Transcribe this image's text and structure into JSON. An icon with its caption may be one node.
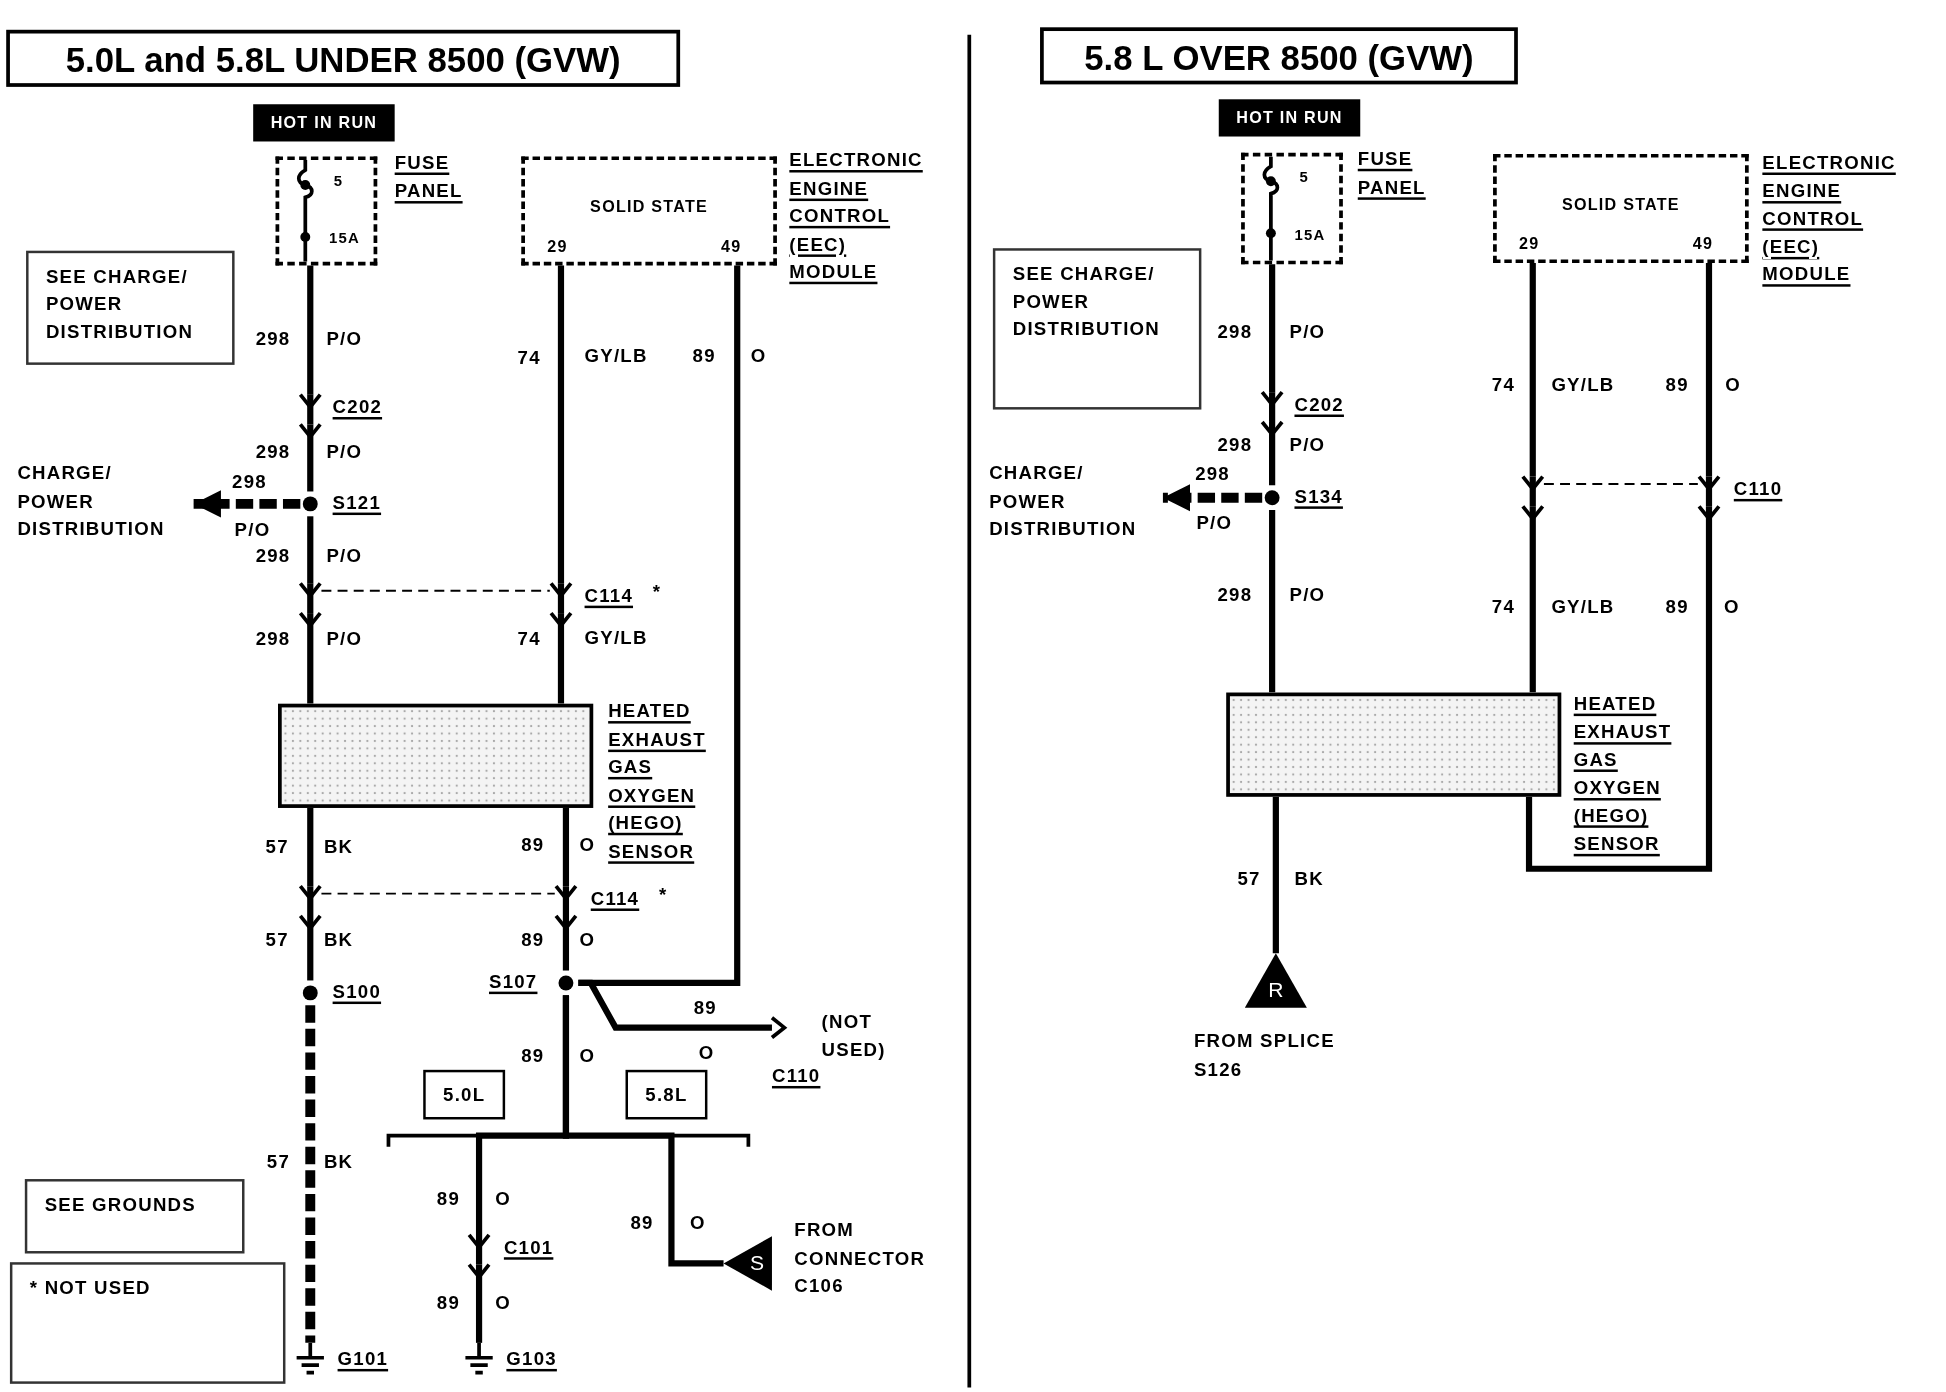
{
  "diagram": {
    "nodes": [
      {
        "text": [
          "5.0L and 5.8L UNDER 8500 (GVW)"
        ]
      },
      {
        "text": [
          "HOT IN RUN"
        ]
      },
      {
        "text": [
          "5",
          "15A"
        ],
        "beside": [
          "FUSE PANEL"
        ]
      },
      {
        "text": [
          "SOLID STATE",
          "29",
          "49"
        ],
        "beside": [
          "ELECTRONIC ENGINE CONTROL (EEC) MODULE"
        ]
      },
      {
        "text": [
          "SEE CHARGE/ POWER DISTRIBUTION"
        ]
      },
      {
        "text": [
          "C202"
        ]
      },
      {
        "text": [
          "S121"
        ]
      },
      {
        "text": [
          "CHARGE/ POWER DISTRIBUTION"
        ]
      },
      {
        "text": [
          "C114",
          "*"
        ]
      },
      {
        "text": [],
        "shape": "box",
        "beside": [
          "HEATED EXHAUST GAS OXYGEN (HEGO) SENSOR"
        ]
      },
      {
        "text": [
          "C114",
          "*"
        ]
      },
      {
        "text": [
          "S100"
        ]
      },
      {
        "text": [
          "S107"
        ]
      },
      {
        "text": [
          "(NOT USED)",
          "C110"
        ]
      },
      {
        "text": [
          "5.0L"
        ]
      },
      {
        "text": [
          "5.8L"
        ]
      },
      {
        "text": [
          "C101"
        ]
      },
      {
        "text": [
          "G101"
        ]
      },
      {
        "text": [
          "G103"
        ]
      },
      {
        "text": [
          "S",
          "FROM CONNECTOR C106"
        ]
      },
      {
        "text": [
          "SEE GROUNDS"
        ]
      },
      {
        "text": [
          "* NOT USED"
        ]
      },
      {
        "text": [
          "5.8 L OVER 8500 (GVW)"
        ]
      },
      {
        "text": [
          "HOT IN RUN"
        ]
      },
      {
        "text": [
          "5",
          "15A"
        ],
        "beside": [
          "FUSE PANEL"
        ]
      },
      {
        "text": [
          "SOLID STATE",
          "29",
          "49"
        ],
        "beside": [
          "ELECTRONIC ENGINE CONTROL (EEC) MODULE"
        ]
      },
      {
        "text": [
          "SEE CHARGE/ POWER DISTRIBUTION"
        ]
      },
      {
        "text": [
          "C202"
        ]
      },
      {
        "text": [
          "S134"
        ]
      },
      {
        "text": [
          "CHARGE/ POWER DISTRIBUTION"
        ]
      },
      {
        "text": [
          "C110"
        ]
      },
      {
        "text": [],
        "shape": "box",
        "beside": [
          "HEATED EXHAUST GAS OXYGEN (HEGO) SENSOR"
        ]
      },
      {
        "text": [
          "R",
          "FROM SPLICE S126"
        ]
      }
    ],
    "edges": [
      {
        "from": 2,
        "to": 5,
        "arrow": "to"
      },
      {
        "from": 5,
        "to": 6,
        "arrow": "other"
      },
      {
        "from": 6,
        "to": 7,
        "arrow": "to",
        "style": "dashed"
      },
      {
        "from": 6,
        "to": 8,
        "arrow": "to"
      },
      {
        "from": 3,
        "to": 8,
        "arrow": "to"
      },
      {
        "from": 8,
        "to": 9,
        "arrow": "other"
      },
      {
        "from": 8,
        "to": 9,
        "arrow": "other"
      },
      {
        "from": 9,
        "to": 10,
        "arrow": "to"
      },
      {
        "from": 9,
        "to": 10,
        "arrow": "to"
      },
      {
        "from": 10,
        "to": 11,
        "arrow": "other"
      },
      {
        "from": 10,
        "to": 12,
        "arrow": "other"
      },
      {
        "from": 3,
        "to": 12,
        "arrow": "none"
      },
      {
        "from": 12,
        "to": 13,
        "arrow": "to"
      },
      {
        "from": 11,
        "to": 17,
        "arrow": "none",
        "style": "dashed"
      },
      {
        "from": 12,
        "to": 16,
        "arrow": "to"
      },
      {
        "from": 16,
        "to": 18,
        "arrow": "other"
      },
      {
        "from": 12,
        "to": 19,
        "arrow": "none"
      },
      {
        "from": 24,
        "to": 27,
        "arrow": "to"
      },
      {
        "from": 27,
        "to": 28,
        "arrow": "other"
      },
      {
        "from": 28,
        "to": 29,
        "arrow": "to",
        "style": "dashed"
      },
      {
        "from": 28,
        "to": 31,
        "arrow": "none"
      },
      {
        "from": 25,
        "to": 30,
        "arrow": "to"
      },
      {
        "from": 25,
        "to": 30,
        "arrow": "to"
      },
      {
        "from": 30,
        "to": 31,
        "arrow": "other"
      },
      {
        "from": 30,
        "to": 31,
        "arrow": "other"
      },
      {
        "from": 31,
        "to": 32,
        "arrow": "none"
      }
    ],
    "labels": [
      "298",
      "P/O",
      "74",
      "GY/LB",
      "89",
      "O",
      "298",
      "P/O",
      "298",
      "P/O",
      "298",
      "P/O",
      "298",
      "P/O",
      "74",
      "GY/LB",
      "57",
      "BK",
      "89",
      "O",
      "57",
      "BK",
      "89",
      "O",
      "89",
      "89",
      "O",
      "O",
      "57",
      "BK",
      "89",
      "O",
      "89",
      "O",
      "89",
      "O",
      "298",
      "P/O",
      "74",
      "GY/LB",
      "89",
      "O",
      "298",
      "P/O",
      "298",
      "P/O",
      "298",
      "P/O",
      "74",
      "GY/LB",
      "89",
      "O",
      "57",
      "BK"
    ]
  }
}
